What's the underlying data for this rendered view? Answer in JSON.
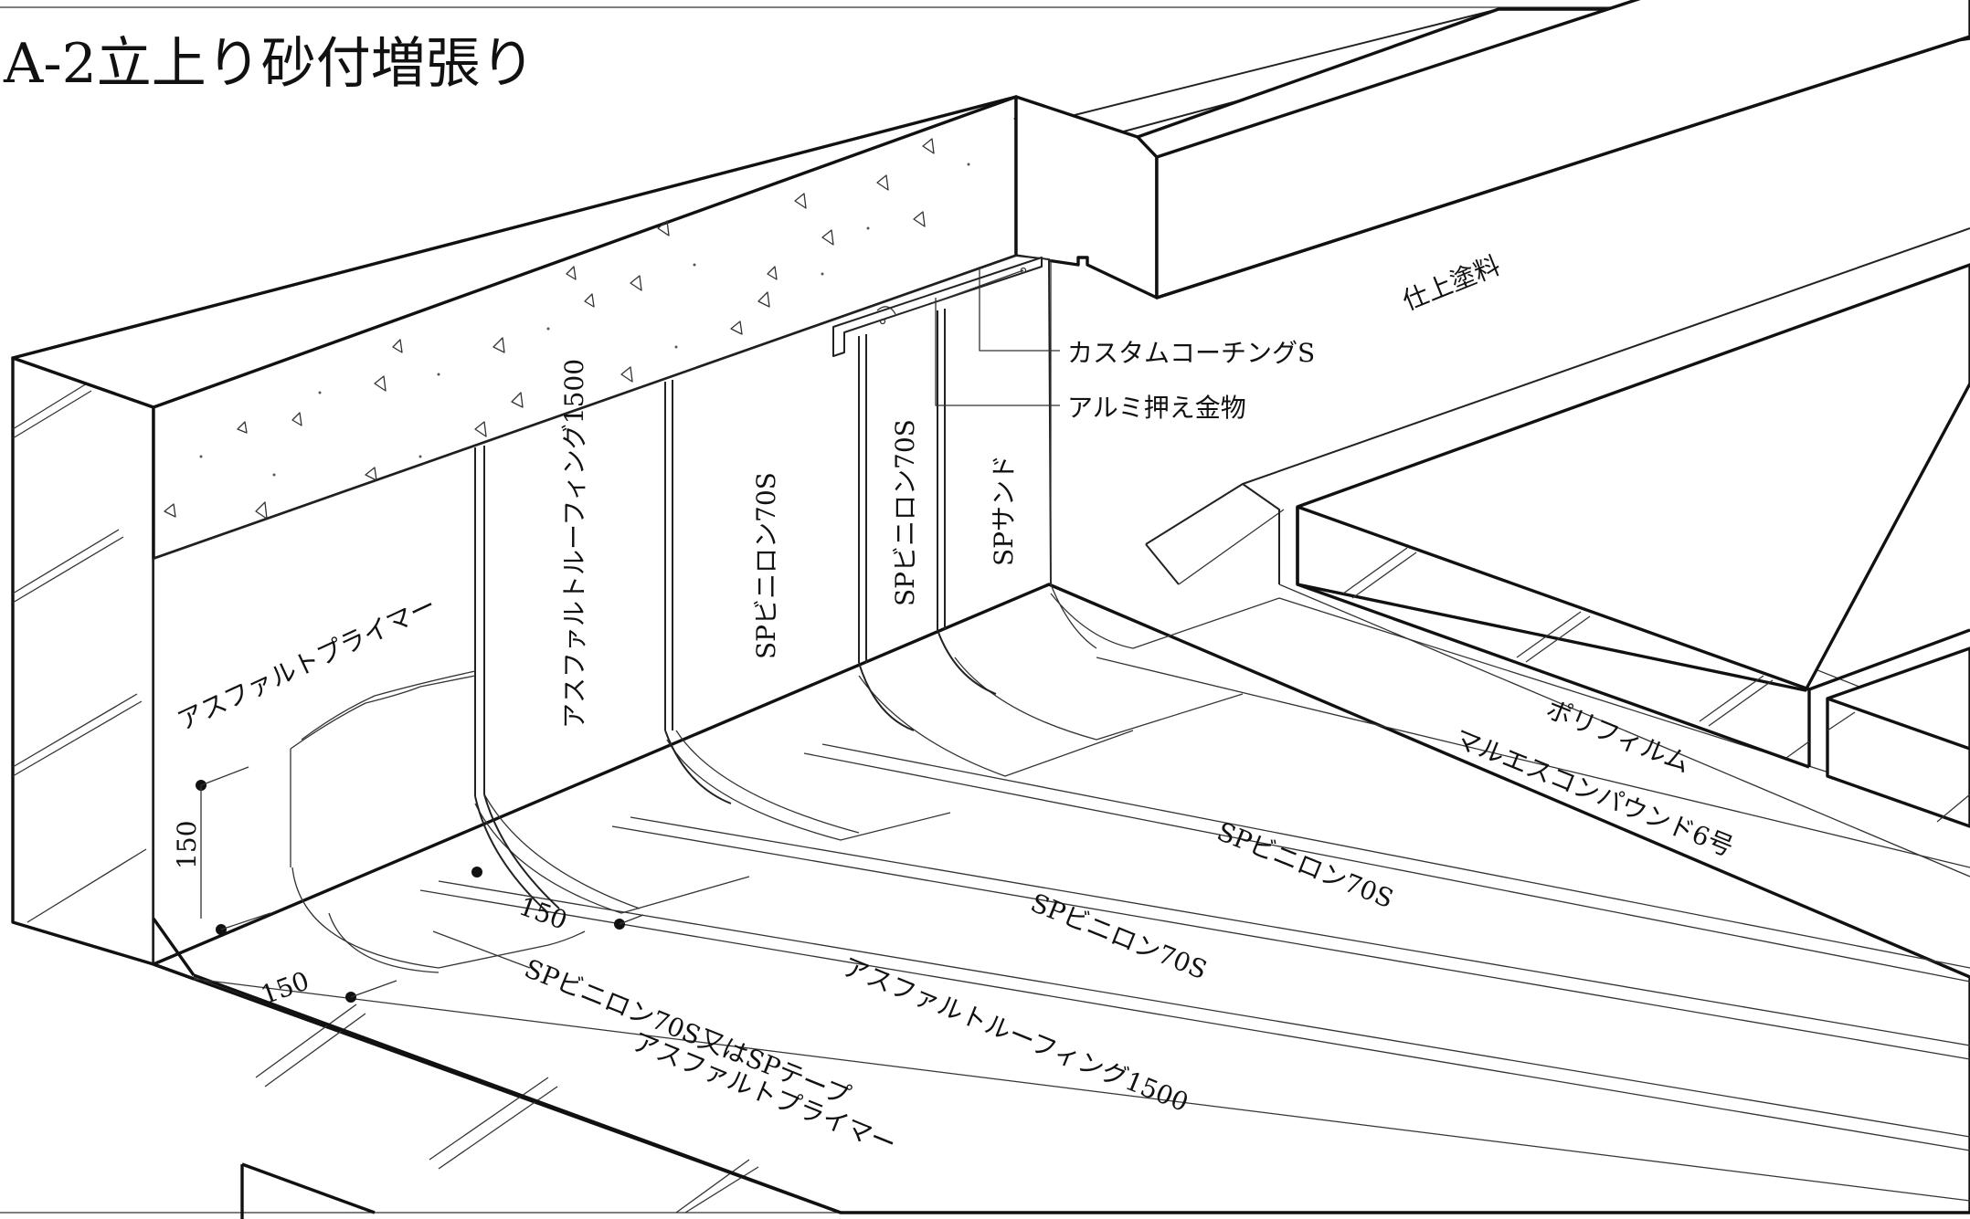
{
  "title": "A-2立上り砂付増張り",
  "labels": {
    "finish_paint": "仕上塗料",
    "custom_caulking": "カスタムコーチングS",
    "aluminum_bar": "アルミ押え金物",
    "sp_sand": "SPサンド",
    "sp_vinylon_wall_right": "SPビニロン70S",
    "sp_vinylon_wall_mid": "SPビニロン70S",
    "asphalt_roofing_wall": "アスファルトルーフィング1500",
    "asphalt_primer_wall": "アスファルトプライマー",
    "poly_film": "ポリフィルム",
    "marues_compound": "マルエスコンパウンド6号",
    "sp_vinylon_floor_upper": "SPビニロン70S",
    "sp_vinylon_floor_lower": "SPビニロン70S",
    "asphalt_roofing_floor": "アスファルトルーフィング1500",
    "sp_vinylon_or_tape": "SPビニロン70S又はSPテープ",
    "asphalt_primer_floor": "アスファルトプライマー"
  },
  "dimensions": {
    "vertical_150": "150",
    "corner_150": "150",
    "floor_150": "150"
  },
  "colors": {
    "line": "#111111",
    "background": "#ffffff"
  }
}
